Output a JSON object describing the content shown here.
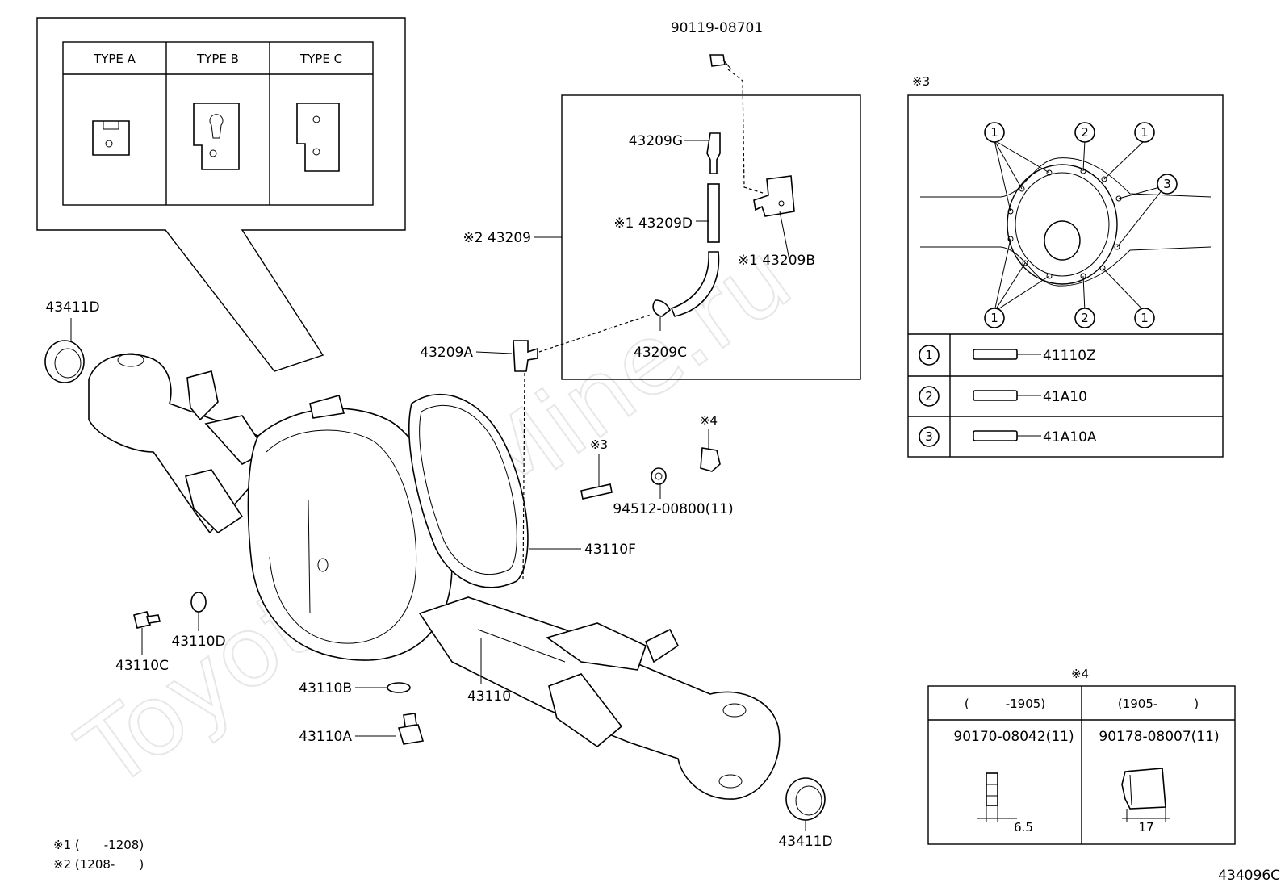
{
  "diagram_id": "434096C",
  "watermark": "ToyotaCarMine.ru",
  "inset_types": {
    "headers": [
      "TYPE A",
      "TYPE B",
      "TYPE C"
    ]
  },
  "callouts": {
    "p90119": "90119-08701",
    "p43209G": "43209G",
    "p43209D": "※1 43209D",
    "p43209B": "※1 43209B",
    "p43209": "※2 43209",
    "p43209C": "43209C",
    "p43209A": "43209A",
    "p43411D_top": "43411D",
    "p43411D_bottom": "43411D",
    "n3": "※3",
    "n4": "※4",
    "p94512": "94512-00800(11)",
    "p43110F": "43110F",
    "p43110C": "43110C",
    "p43110D": "43110D",
    "p43110B": "43110B",
    "p43110": "43110",
    "p43110A": "43110A"
  },
  "stud_panel": {
    "title": "※3",
    "circle_labels": [
      "1",
      "2",
      "1",
      "3",
      "1",
      "2",
      "1"
    ],
    "rows": [
      {
        "num": "1",
        "part": "41110Z"
      },
      {
        "num": "2",
        "part": "41A10"
      },
      {
        "num": "3",
        "part": "41A10A"
      }
    ]
  },
  "nut_panel": {
    "title": "※4",
    "columns": [
      {
        "range": "(　　　-1905)",
        "part": "90170-08042(11)",
        "dim": "6.5"
      },
      {
        "range": "(1905-　　　)",
        "part": "90178-08007(11)",
        "dim": "17"
      }
    ]
  },
  "notes": {
    "n1": "※1 (　　-1208)",
    "n2": "※2 (1208-　　)"
  }
}
